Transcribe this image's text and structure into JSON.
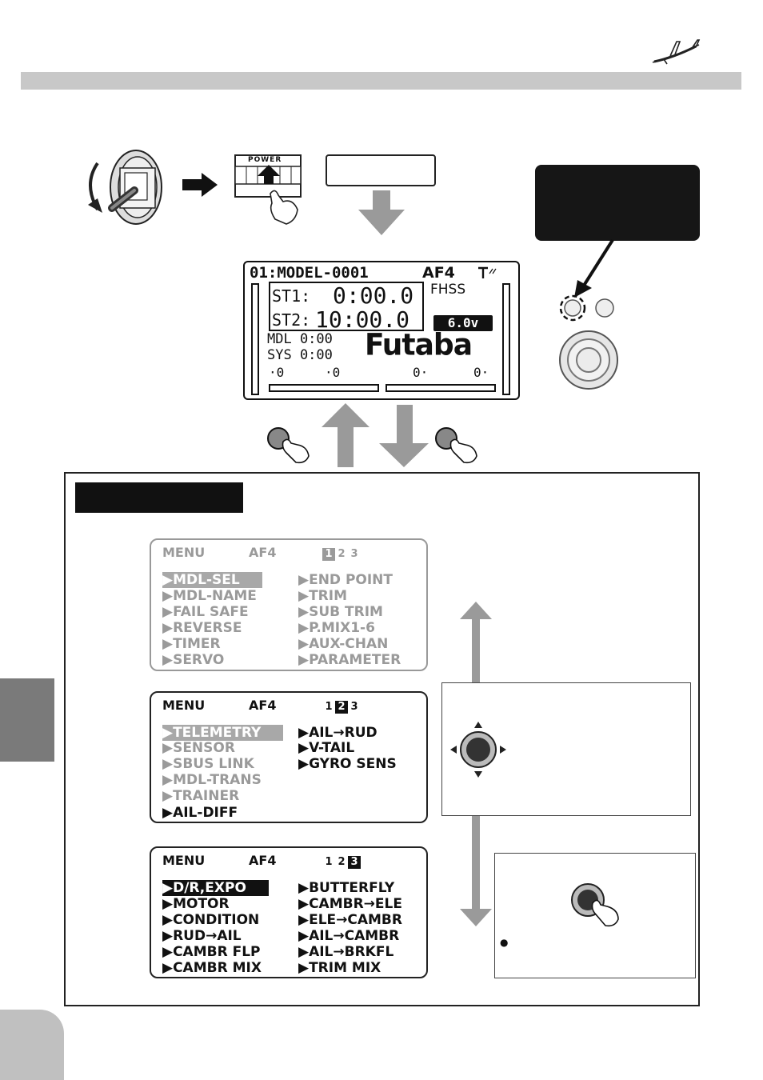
{
  "lcd": {
    "header": "01:MODEL-0001",
    "system": "AF4",
    "fhss": "FHSS",
    "st1_label": "ST1:",
    "st1_value": "0:00.0",
    "st2_label": "ST2:",
    "st2_value": "10:00.0",
    "voltage": "6.0v",
    "mdl_line": "MDL 0:00",
    "sys_line": "SYS 0:00",
    "brand": "Futaba",
    "trims": [
      "·0",
      "·0",
      "0·",
      "0·"
    ]
  },
  "menu1": {
    "title": "MENU",
    "system": "AF4",
    "pages": [
      "1",
      "2",
      "3"
    ],
    "selected_page": 1,
    "left": [
      "MDL-SEL",
      "MDL-NAME",
      "FAIL SAFE",
      "REVERSE",
      "TIMER",
      "SERVO"
    ],
    "right": [
      "END POINT",
      "TRIM",
      "SUB TRIM",
      "P.MIX1-6",
      "AUX-CHAN",
      "PARAMETER"
    ]
  },
  "menu2": {
    "title": "MENU",
    "system": "AF4",
    "pages": [
      "1",
      "2",
      "3"
    ],
    "selected_page": 2,
    "left": [
      "TELEMETRY",
      "SENSOR",
      "SBUS LINK",
      "MDL-TRANS",
      "TRAINER",
      "AIL-DIFF"
    ],
    "right": [
      "AIL→RUD",
      "V-TAIL",
      "GYRO SENS"
    ]
  },
  "menu3": {
    "title": "MENU",
    "system": "AF4",
    "pages": [
      "1",
      "2",
      "3"
    ],
    "selected_page": 3,
    "left": [
      "D/R,EXPO",
      "MOTOR",
      "CONDITION",
      "RUD→AIL",
      "CAMBR FLP",
      "CAMBR MIX"
    ],
    "right": [
      "BUTTERFLY",
      "CAMBR→ELE",
      "ELE→CAMBR",
      "AIL→CAMBR",
      "AIL→BRKFL",
      "TRIM MIX"
    ]
  },
  "power_label": "POWER",
  "bullet": "●",
  "colors": {
    "header_bar": "#c8c8c8",
    "dim_text": "#9a9a9a",
    "tab": "#7a7a7a"
  }
}
